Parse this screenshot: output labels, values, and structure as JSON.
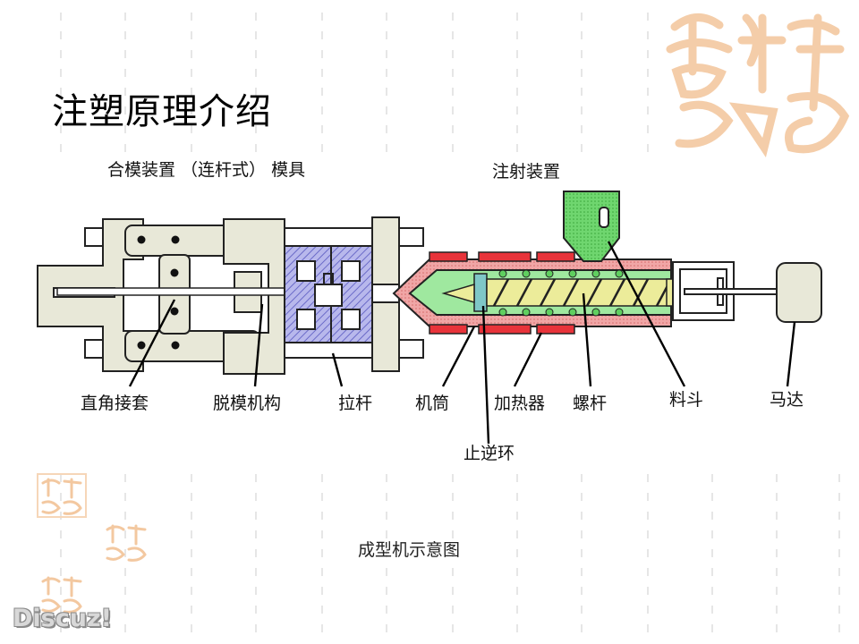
{
  "slide": {
    "title": "注塑原理介绍",
    "caption": "成型机示意图",
    "watermark": "Discuz!",
    "seal_text": "吉祥如意"
  },
  "diagram": {
    "labels": {
      "clamp_unit": "合模装置 （连杆式） 模具",
      "injection_unit": "注射装置",
      "toggle_sleeve": "直角接套",
      "ejector": "脱模机构",
      "tie_bar": "拉杆",
      "barrel": "机筒",
      "heater": "加热器",
      "screw": "螺杆",
      "hopper": "料斗",
      "motor": "马达",
      "check_ring": "止逆环"
    }
  },
  "colors": {
    "machine_frame": "#e8e8d8",
    "mold": "#9f9fdc",
    "barrel": "#ef9f9f",
    "heater": "#e8333a",
    "hopper": "#5fcf5f",
    "screw": "#ecec9a",
    "melt": "#9fe89f",
    "check_ring": "#7fc7c7",
    "seal": "#f3c8a0"
  }
}
